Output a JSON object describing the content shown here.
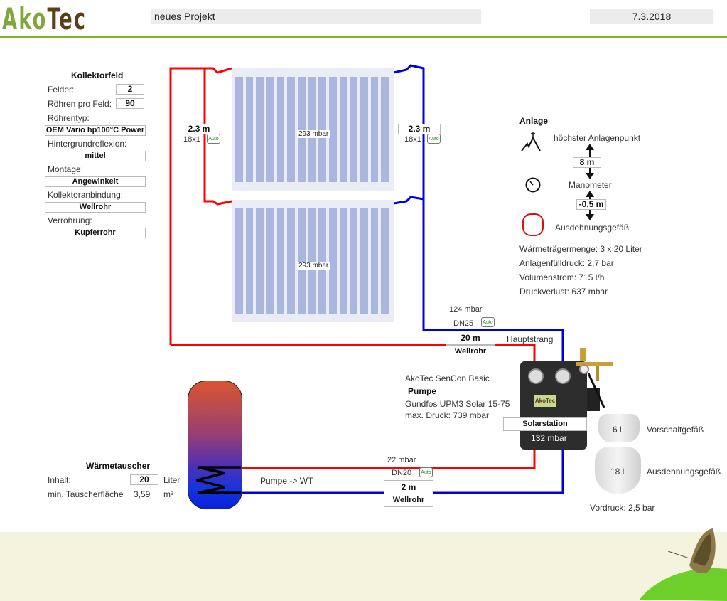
{
  "header": {
    "logo_part1": "Ako",
    "logo_part2": "Tec",
    "project_name": "neues Projekt",
    "date": "7.3.2018"
  },
  "colors": {
    "brand_green": "#7fb52b",
    "flow_red": "#ff0000",
    "return_blue": "#0000dd",
    "collector_tube": "#aab6dd",
    "footer_bg": "#f4f3dd"
  },
  "kollektorfeld": {
    "title": "Kollektorfeld",
    "felder_label": "Felder:",
    "felder_value": "2",
    "roehren_label": "Röhren pro Feld:",
    "roehren_value": "90",
    "roehrentyp_label": "Röhrentyp:",
    "roehrentyp_value": "OEM Vario hp100°C Power",
    "hintergrund_label": "Hintergrundreflexion:",
    "hintergrund_value": "mittel",
    "montage_label": "Montage:",
    "montage_value": "Angewinkelt",
    "anbindung_label": "Kollektoranbindung:",
    "anbindung_value": "Wellrohr",
    "verrohrung_label": "Verrohrung:",
    "verrohrung_value": "Kupferrohr"
  },
  "collectors": [
    {
      "pressure": "293 mbar",
      "tubes_drawn": 15
    },
    {
      "pressure": "293 mbar",
      "tubes_drawn": 15
    }
  ],
  "pipes": {
    "left": {
      "length": "2.3 m",
      "dimension": "18x1",
      "auto": "Auto"
    },
    "right": {
      "length": "2.3 m",
      "dimension": "18x1",
      "auto": "Auto"
    },
    "main": {
      "pressure": "124 mbar",
      "dn": "DN25",
      "auto": "Auto",
      "length": "20 m",
      "type": "Wellrohr",
      "label": "Hauptstrang"
    },
    "pump_wt": {
      "pressure": "22 mbar",
      "dn": "DN20",
      "auto": "Auto",
      "length": "2 m",
      "type": "Wellrohr",
      "label": "Pumpe -> WT"
    }
  },
  "anlage": {
    "title": "Anlage",
    "hoechster_punkt": "höchster Anlagenpunkt",
    "height_top": "8 m",
    "manometer": "Manometer",
    "height_bottom": "-0,5 m",
    "ausdehnungsgefaess": "Ausdehnungsgefäß",
    "waermetraegermenge": "Wärmeträgermenge:  3 x 20 Liter",
    "anlagenfuelldruck": "Anlagenfülldruck:  2,7 bar",
    "volumenstrom": "Volumenstrom:  715  l/h",
    "druckverlust": "Druckverlust:  637 mbar"
  },
  "station": {
    "name": "AkoTec SenCon Basic",
    "pumpe_label": "Pumpe",
    "pump_model": "Gundfos UPM3 Solar 15-75",
    "max_druck": "max. Druck: 739 mbar",
    "label": "Solarstation",
    "pressure": "132 mbar",
    "badge": "AkoTec"
  },
  "vessels": {
    "vorschalt_volume": "6 l",
    "vorschalt_label": "Vorschaltgefäß",
    "ausdehnung_volume": "18 l",
    "ausdehnung_label": "Ausdehnungsgefäß",
    "vordruck": "Vordruck: 2,5 bar"
  },
  "waermetauscher": {
    "title": "Wärmetauscher",
    "inhalt_label": "Inhalt:",
    "inhalt_value": "20",
    "inhalt_unit": "Liter",
    "flaeche_label": "min. Tauscherfläche",
    "flaeche_value": "3,59",
    "flaeche_unit": "m²"
  }
}
